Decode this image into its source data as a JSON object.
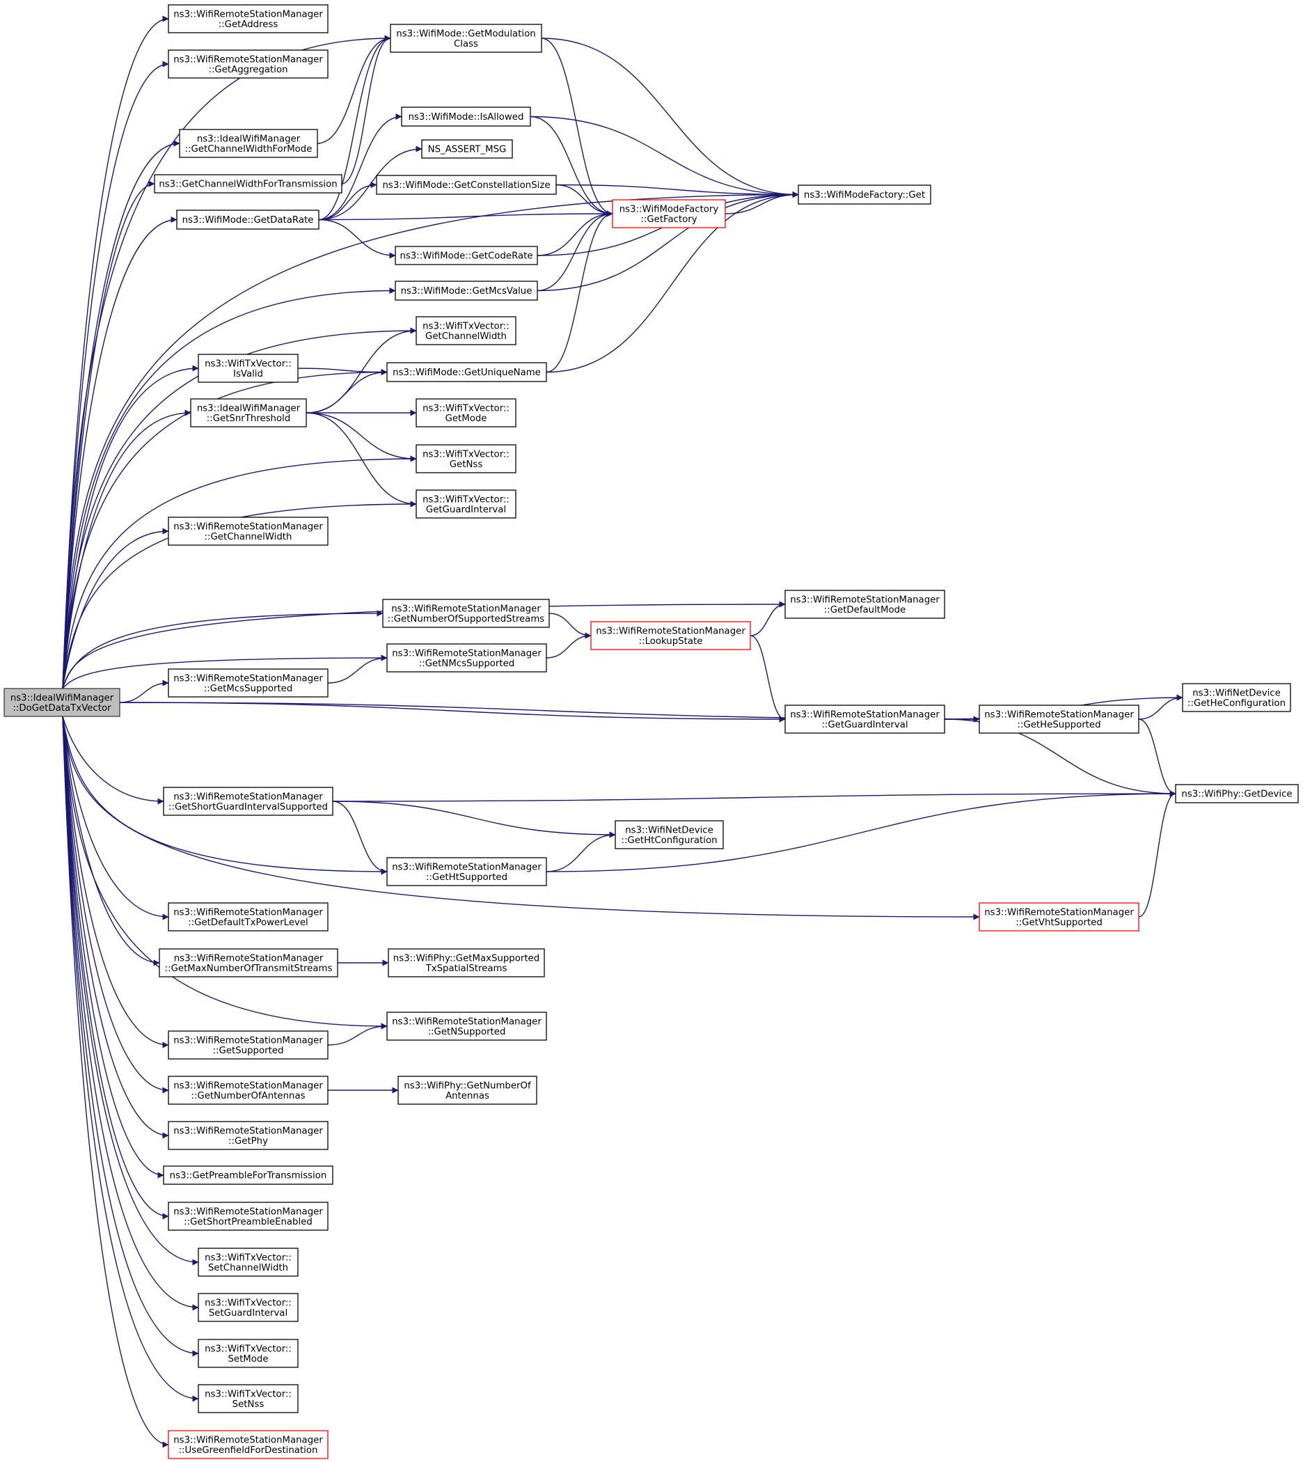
{
  "graph": {
    "edge_color": "#191970",
    "truncated_border_color": "#ff0000",
    "root_fill": "#bfbfbf",
    "nodes": [
      {
        "id": "root",
        "lines": [
          "ns3::IdealWifiManager",
          "::DoGetDataTxVector"
        ],
        "root": true
      },
      {
        "id": "rsm_getaddress",
        "lines": [
          "ns3::WifiRemoteStationManager",
          "::GetAddress"
        ]
      },
      {
        "id": "rsm_getaggregation",
        "lines": [
          "ns3::WifiRemoteStationManager",
          "::GetAggregation"
        ]
      },
      {
        "id": "iwm_getchannelwidthformode",
        "lines": [
          "ns3::IdealWifiManager",
          "::GetChannelWidthForMode"
        ]
      },
      {
        "id": "getchannelwidthfortx",
        "lines": [
          "ns3::GetChannelWidthForTransmission"
        ]
      },
      {
        "id": "wm_getdatarate",
        "lines": [
          "ns3::WifiMode::GetDataRate"
        ]
      },
      {
        "id": "wm_getmodulationclass",
        "lines": [
          "ns3::WifiMode::GetModulation",
          "Class"
        ]
      },
      {
        "id": "wm_isallowed",
        "lines": [
          "ns3::WifiMode::IsAllowed"
        ]
      },
      {
        "id": "ns_assert_msg",
        "lines": [
          "NS_ASSERT_MSG"
        ]
      },
      {
        "id": "wm_getconstellationsize",
        "lines": [
          "ns3::WifiMode::GetConstellationSize"
        ]
      },
      {
        "id": "wmf_getfactory",
        "lines": [
          "ns3::WifiModeFactory",
          "::GetFactory"
        ],
        "truncated": true
      },
      {
        "id": "wmf_get",
        "lines": [
          "ns3::WifiModeFactory::Get"
        ]
      },
      {
        "id": "wm_getcoderate",
        "lines": [
          "ns3::WifiMode::GetCodeRate"
        ]
      },
      {
        "id": "wm_getmcsvalue",
        "lines": [
          "ns3::WifiMode::GetMcsValue"
        ]
      },
      {
        "id": "txv_getchannelwidth",
        "lines": [
          "ns3::WifiTxVector::",
          "GetChannelWidth"
        ]
      },
      {
        "id": "txv_isvalid",
        "lines": [
          "ns3::WifiTxVector::",
          "IsValid"
        ]
      },
      {
        "id": "wm_getuniquename",
        "lines": [
          "ns3::WifiMode::GetUniqueName"
        ]
      },
      {
        "id": "iwm_getsnrthreshold",
        "lines": [
          "ns3::IdealWifiManager",
          "::GetSnrThreshold"
        ]
      },
      {
        "id": "txv_getmode",
        "lines": [
          "ns3::WifiTxVector::",
          "GetMode"
        ]
      },
      {
        "id": "txv_getnss",
        "lines": [
          "ns3::WifiTxVector::",
          "GetNss"
        ]
      },
      {
        "id": "txv_getguardinterval",
        "lines": [
          "ns3::WifiTxVector::",
          "GetGuardInterval"
        ]
      },
      {
        "id": "rsm_getchannelwidth",
        "lines": [
          "ns3::WifiRemoteStationManager",
          "::GetChannelWidth"
        ]
      },
      {
        "id": "rsm_getdefaultmode",
        "lines": [
          "ns3::WifiRemoteStationManager",
          "::GetDefaultMode"
        ]
      },
      {
        "id": "rsm_getnumberofsupportedstreams",
        "lines": [
          "ns3::WifiRemoteStationManager",
          "::GetNumberOfSupportedStreams"
        ]
      },
      {
        "id": "rsm_lookupstate",
        "lines": [
          "ns3::WifiRemoteStationManager",
          "::LookupState"
        ],
        "truncated": true
      },
      {
        "id": "rsm_getnmcssupported",
        "lines": [
          "ns3::WifiRemoteStationManager",
          "::GetNMcsSupported"
        ]
      },
      {
        "id": "rsm_getmcssupported",
        "lines": [
          "ns3::WifiRemoteStationManager",
          "::GetMcsSupported"
        ]
      },
      {
        "id": "nd_getheconfiguration",
        "lines": [
          "ns3::WifiNetDevice",
          "::GetHeConfiguration"
        ]
      },
      {
        "id": "rsm_getguardinterval",
        "lines": [
          "ns3::WifiRemoteStationManager",
          "::GetGuardInterval"
        ]
      },
      {
        "id": "rsm_getheSupported",
        "lines": [
          "ns3::WifiRemoteStationManager",
          "::GetHeSupported"
        ]
      },
      {
        "id": "rsm_getshortgi",
        "lines": [
          "ns3::WifiRemoteStationManager",
          "::GetShortGuardIntervalSupported"
        ]
      },
      {
        "id": "phy_getdevice",
        "lines": [
          "ns3::WifiPhy::GetDevice"
        ]
      },
      {
        "id": "nd_gethtconfiguration",
        "lines": [
          "ns3::WifiNetDevice",
          "::GetHtConfiguration"
        ]
      },
      {
        "id": "rsm_gethtsupported",
        "lines": [
          "ns3::WifiRemoteStationManager",
          "::GetHtSupported"
        ]
      },
      {
        "id": "rsm_getdefaulttxpowerlevel",
        "lines": [
          "ns3::WifiRemoteStationManager",
          "::GetDefaultTxPowerLevel"
        ]
      },
      {
        "id": "rsm_getvhtsupported",
        "lines": [
          "ns3::WifiRemoteStationManager",
          "::GetVhtSupported"
        ],
        "truncated": true
      },
      {
        "id": "rsm_getmaxnumberoftransmitstreams",
        "lines": [
          "ns3::WifiRemoteStationManager",
          "::GetMaxNumberOfTransmitStreams"
        ]
      },
      {
        "id": "phy_getmaxsupportedtxspatialstreams",
        "lines": [
          "ns3::WifiPhy::GetMaxSupported",
          "TxSpatialStreams"
        ]
      },
      {
        "id": "rsm_getnsupported",
        "lines": [
          "ns3::WifiRemoteStationManager",
          "::GetNSupported"
        ]
      },
      {
        "id": "rsm_getsupported",
        "lines": [
          "ns3::WifiRemoteStationManager",
          "::GetSupported"
        ]
      },
      {
        "id": "rsm_getnumberofantennas",
        "lines": [
          "ns3::WifiRemoteStationManager",
          "::GetNumberOfAntennas"
        ]
      },
      {
        "id": "phy_getnumberofantennas",
        "lines": [
          "ns3::WifiPhy::GetNumberOf",
          "Antennas"
        ]
      },
      {
        "id": "rsm_getphy",
        "lines": [
          "ns3::WifiRemoteStationManager",
          "::GetPhy"
        ]
      },
      {
        "id": "getpreamblefortx",
        "lines": [
          "ns3::GetPreambleForTransmission"
        ]
      },
      {
        "id": "rsm_getshortpreambleenabled",
        "lines": [
          "ns3::WifiRemoteStationManager",
          "::GetShortPreambleEnabled"
        ]
      },
      {
        "id": "txv_setchannelwidth",
        "lines": [
          "ns3::WifiTxVector::",
          "SetChannelWidth"
        ]
      },
      {
        "id": "txv_setguardinterval",
        "lines": [
          "ns3::WifiTxVector::",
          "SetGuardInterval"
        ]
      },
      {
        "id": "txv_setmode",
        "lines": [
          "ns3::WifiTxVector::",
          "SetMode"
        ]
      },
      {
        "id": "txv_setnss",
        "lines": [
          "ns3::WifiTxVector::",
          "SetNss"
        ]
      },
      {
        "id": "rsm_usegreenfield",
        "lines": [
          "ns3::WifiRemoteStationManager",
          "::UseGreenfieldForDestination"
        ],
        "truncated": true
      }
    ],
    "edges": [
      [
        "root",
        "rsm_getaddress"
      ],
      [
        "root",
        "rsm_getaggregation"
      ],
      [
        "root",
        "iwm_getchannelwidthformode"
      ],
      [
        "root",
        "getchannelwidthfortx"
      ],
      [
        "root",
        "wm_getdatarate"
      ],
      [
        "root",
        "wm_getmodulationclass"
      ],
      [
        "root",
        "wmf_get"
      ],
      [
        "root",
        "wm_getmcsvalue"
      ],
      [
        "root",
        "txv_getchannelwidth"
      ],
      [
        "root",
        "wm_getuniquename"
      ],
      [
        "root",
        "txv_isvalid"
      ],
      [
        "root",
        "iwm_getsnrthreshold"
      ],
      [
        "root",
        "txv_getnss"
      ],
      [
        "root",
        "txv_getguardinterval"
      ],
      [
        "root",
        "rsm_getchannelwidth"
      ],
      [
        "root",
        "rsm_getdefaultmode"
      ],
      [
        "root",
        "rsm_getnumberofsupportedstreams"
      ],
      [
        "root",
        "rsm_getnmcssupported"
      ],
      [
        "root",
        "rsm_getmcssupported"
      ],
      [
        "root",
        "rsm_getguardinterval"
      ],
      [
        "root",
        "rsm_getheSupported"
      ],
      [
        "root",
        "rsm_getshortgi"
      ],
      [
        "root",
        "rsm_gethtsupported"
      ],
      [
        "root",
        "rsm_getvhtsupported"
      ],
      [
        "root",
        "rsm_getdefaulttxpowerlevel"
      ],
      [
        "root",
        "rsm_getmaxnumberoftransmitstreams"
      ],
      [
        "root",
        "rsm_getnsupported"
      ],
      [
        "root",
        "rsm_getsupported"
      ],
      [
        "root",
        "rsm_getnumberofantennas"
      ],
      [
        "root",
        "rsm_getphy"
      ],
      [
        "root",
        "getpreamblefortx"
      ],
      [
        "root",
        "rsm_getshortpreambleenabled"
      ],
      [
        "root",
        "txv_setchannelwidth"
      ],
      [
        "root",
        "txv_setguardinterval"
      ],
      [
        "root",
        "txv_setmode"
      ],
      [
        "root",
        "txv_setnss"
      ],
      [
        "root",
        "rsm_usegreenfield"
      ],
      [
        "iwm_getchannelwidthformode",
        "wm_getmodulationclass"
      ],
      [
        "getchannelwidthfortx",
        "wm_getmodulationclass"
      ],
      [
        "wm_getdatarate",
        "wm_getmodulationclass"
      ],
      [
        "wm_getdatarate",
        "wm_isallowed"
      ],
      [
        "wm_getdatarate",
        "ns_assert_msg"
      ],
      [
        "wm_getdatarate",
        "wm_getconstellationsize"
      ],
      [
        "wm_getdatarate",
        "wmf_getfactory"
      ],
      [
        "wm_getdatarate",
        "wm_getcoderate"
      ],
      [
        "wm_getmodulationclass",
        "wmf_getfactory"
      ],
      [
        "wm_getmodulationclass",
        "wmf_get"
      ],
      [
        "wm_isallowed",
        "wmf_getfactory"
      ],
      [
        "wm_isallowed",
        "wmf_get"
      ],
      [
        "wm_getconstellationsize",
        "wmf_getfactory"
      ],
      [
        "wm_getconstellationsize",
        "wmf_get"
      ],
      [
        "wmf_getfactory",
        "wmf_get"
      ],
      [
        "wm_getcoderate",
        "wmf_getfactory"
      ],
      [
        "wm_getcoderate",
        "wmf_get"
      ],
      [
        "wm_getmcsvalue",
        "wmf_getfactory"
      ],
      [
        "wm_getmcsvalue",
        "wmf_get"
      ],
      [
        "wm_getuniquename",
        "wmf_getfactory"
      ],
      [
        "wm_getuniquename",
        "wmf_get"
      ],
      [
        "txv_isvalid",
        "wm_getuniquename"
      ],
      [
        "iwm_getsnrthreshold",
        "txv_getchannelwidth"
      ],
      [
        "iwm_getsnrthreshold",
        "wm_getuniquename"
      ],
      [
        "iwm_getsnrthreshold",
        "txv_getmode"
      ],
      [
        "iwm_getsnrthreshold",
        "txv_getnss"
      ],
      [
        "iwm_getsnrthreshold",
        "txv_getguardinterval"
      ],
      [
        "rsm_getnumberofsupportedstreams",
        "rsm_lookupstate"
      ],
      [
        "rsm_getnmcssupported",
        "rsm_lookupstate"
      ],
      [
        "rsm_getmcssupported",
        "rsm_getnmcssupported"
      ],
      [
        "rsm_lookupstate",
        "rsm_getdefaultmode"
      ],
      [
        "rsm_lookupstate",
        "rsm_getguardinterval"
      ],
      [
        "rsm_getguardinterval",
        "nd_getheconfiguration"
      ],
      [
        "rsm_getguardinterval",
        "rsm_getheSupported"
      ],
      [
        "rsm_getguardinterval",
        "phy_getdevice"
      ],
      [
        "rsm_getheSupported",
        "nd_getheconfiguration"
      ],
      [
        "rsm_getheSupported",
        "phy_getdevice"
      ],
      [
        "rsm_getshortgi",
        "phy_getdevice"
      ],
      [
        "rsm_getshortgi",
        "nd_gethtconfiguration"
      ],
      [
        "rsm_getshortgi",
        "rsm_gethtsupported"
      ],
      [
        "rsm_gethtsupported",
        "nd_gethtconfiguration"
      ],
      [
        "rsm_gethtsupported",
        "phy_getdevice"
      ],
      [
        "rsm_getvhtsupported",
        "phy_getdevice"
      ],
      [
        "rsm_getmaxnumberoftransmitstreams",
        "phy_getmaxsupportedtxspatialstreams"
      ],
      [
        "rsm_getsupported",
        "rsm_getnsupported"
      ],
      [
        "rsm_getnumberofantennas",
        "phy_getnumberofantennas"
      ]
    ]
  }
}
